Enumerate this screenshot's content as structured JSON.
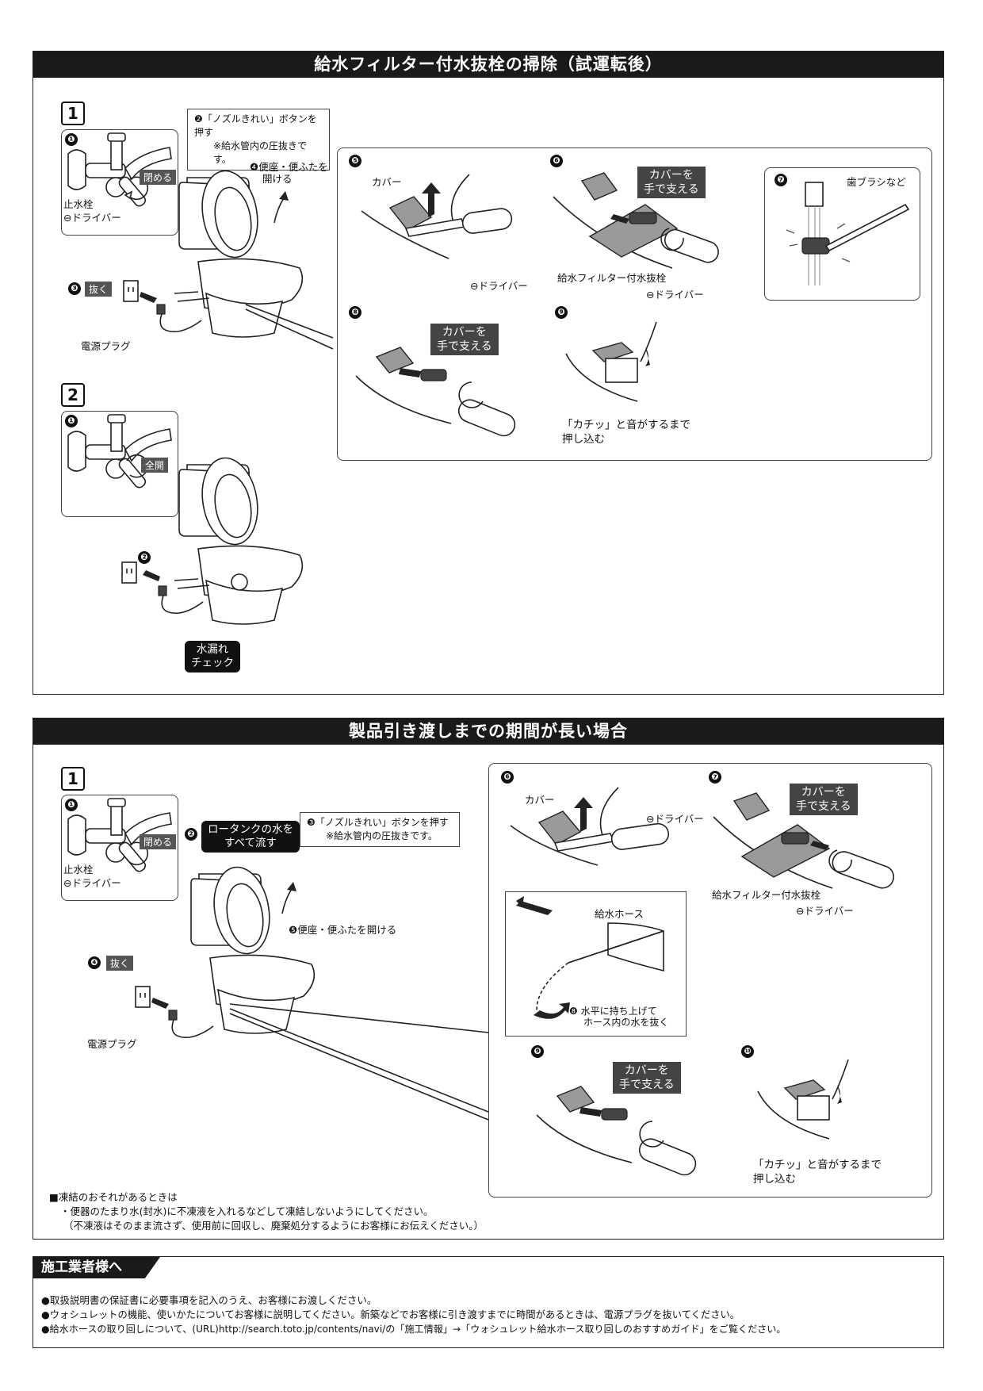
{
  "section1": {
    "title": "給水フィルター付水抜栓の掃除（試運転後）",
    "step1_num": "1",
    "step2_num": "2",
    "step1": {
      "c1": "❶",
      "close_tag": "閉める",
      "stopcock": "止水栓",
      "driver": "⊖ドライバー",
      "note_line1": "❷「ノズルきれい」ボタンを押す",
      "note_line2": "※給水管内の圧抜きです。",
      "open_lid": "❹便座・便ふたを",
      "open_lid2": "開ける",
      "unplug_num": "❸",
      "unplug_tag": "抜く",
      "plug": "電源プラグ"
    },
    "detail": {
      "n5": "❺",
      "n6": "❻",
      "n7": "❼",
      "n8": "❽",
      "n9": "❾",
      "cover": "カバー",
      "driver5": "⊖ドライバー",
      "hold_cover": [
        "カバーを",
        "手で支える"
      ],
      "filter": "給水フィルター付水抜栓",
      "driver6": "⊖ドライバー",
      "toothbrush": "歯ブラシなど",
      "click": [
        "「カチッ」と音がするまで",
        "押し込む"
      ]
    },
    "step2": {
      "c1": "❶",
      "open_tag": "全開",
      "c2": "❷",
      "leak": [
        "水漏れ",
        "チェック"
      ]
    }
  },
  "section2": {
    "title": "製品引き渡しまでの期間が長い場合",
    "step1_num": "1",
    "c1": "❶",
    "close_tag": "閉める",
    "stopcock": "止水栓",
    "driver": "⊖ドライバー",
    "drain_num": "❷",
    "drain": [
      "ロータンクの水を",
      "すべて流す"
    ],
    "note_line1": "❸「ノズルきれい」ボタンを押す",
    "note_line2": "※給水管内の圧抜きです。",
    "open_lid": "❺便座・便ふたを開ける",
    "unplug_num": "❹",
    "unplug_tag": "抜く",
    "plug": "電源プラグ",
    "detail": {
      "n6": "❻",
      "n7": "❼",
      "n9": "❾",
      "n10": "❿",
      "cover": "カバー",
      "driver6": "⊖ドライバー",
      "hold_cover": [
        "カバーを",
        "手で支える"
      ],
      "filter": "給水フィルター付水抜栓",
      "driver7": "⊖ドライバー",
      "hose": "給水ホース",
      "hose_step": [
        "❽ 水平に持ち上げて",
        "ホース内の水を抜く"
      ],
      "click": [
        "「カチッ」と音がするまで",
        "押し込む"
      ]
    },
    "freeze": [
      "■凍結のおそれがあるときは",
      "・便器のたまり水(封水)に不凍液を入れるなどして凍結しないようにしてください。",
      "（不凍液はそのまま流さず、使用前に回収し、廃棄処分するようにお客様にお伝えください。）"
    ]
  },
  "footer": {
    "title": "施工業者様へ",
    "lines": [
      "●取扱説明書の保証書に必要事項を記入のうえ、お客様にお渡しください。",
      "●ウォシュレットの機能、使いかたについてお客様に説明してください。新築などでお客様に引き渡すまでに時間があるときは、電源プラグを抜いてください。",
      "●給水ホースの取り回しについて、(URL)http://search.toto.jp/contents/navi/の「施工情報」→「ウォシュレット給水ホース取り回しのおすすめガイド」をご覧ください。"
    ]
  }
}
